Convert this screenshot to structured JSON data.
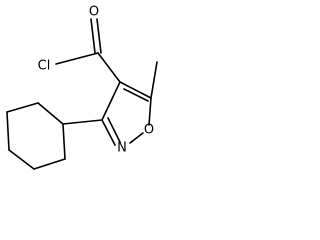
{
  "structure": {
    "atoms": {
      "chlorine": "Cl",
      "carbonyl_oxygen": "O",
      "ring_oxygen": "O",
      "ring_nitrogen": "N"
    },
    "colors": {
      "ink": "#000000",
      "background": "#ffffff"
    }
  }
}
